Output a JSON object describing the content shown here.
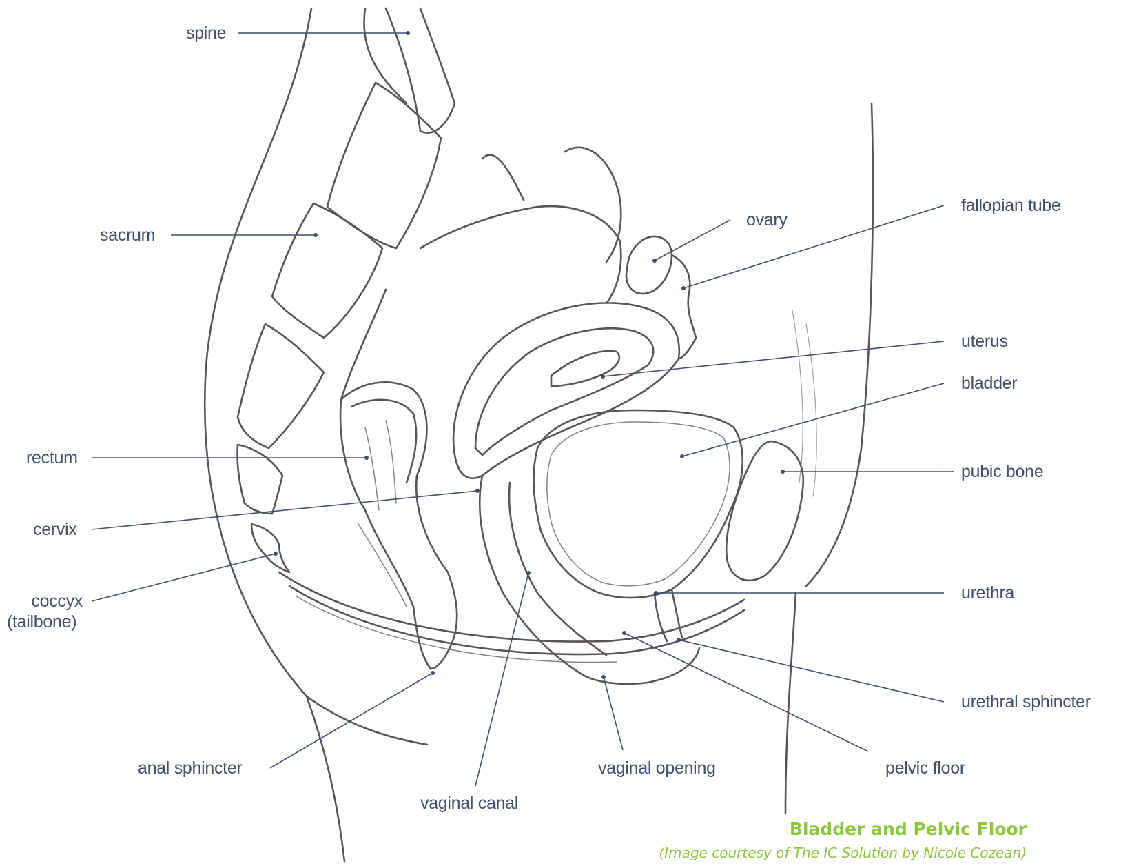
{
  "labels": {
    "spine": "spine",
    "sacrum": "sacrum",
    "rectum": "rectum",
    "cervix": "cervix",
    "coccyx": "coccyx",
    "tailbone": "(tailbone)",
    "anal_sphincter": "anal sphincter",
    "vaginal_canal": "vaginal canal",
    "vaginal_opening": "vaginal opening",
    "ovary": "ovary",
    "fallopian_tube": "fallopian tube",
    "uterus": "uterus",
    "bladder": "bladder",
    "pubic_bone": "pubic bone",
    "urethra": "urethra",
    "urethral_sphincter": "urethral sphincter",
    "pelvic_floor": "pelvic floor"
  },
  "caption": {
    "title": "Bladder and Pelvic Floor",
    "credit": "(Image courtesy of The IC Solution by Nicole Cozean)"
  },
  "colors": {
    "label": "#3f4f6e",
    "caption": "#8cc63f",
    "sketch": "#5a5258"
  }
}
